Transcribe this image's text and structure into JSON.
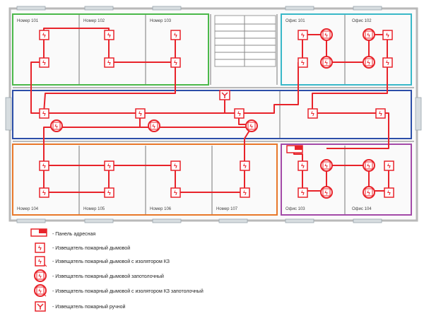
{
  "colors": {
    "wall": "#b9b9b9",
    "wall_fill": "#f2f2f2",
    "wiring": "#e8232a",
    "zone_green": "#4bb84a",
    "zone_blue": "#2c4ea8",
    "zone_orange": "#e8782a",
    "zone_cyan": "#39b8c8",
    "zone_purple": "#a34aa8",
    "window": "#9aa6ad",
    "text": "#444444"
  },
  "rooms": {
    "top": [
      "Номер 101",
      "Номер 102",
      "Номер 103",
      "Офис 101",
      "Офис 102"
    ],
    "bottom": [
      "Номер 104",
      "Номер 105",
      "Номер 106",
      "Номер 107",
      "Офис 103",
      "Офис 104"
    ]
  },
  "legend": [
    {
      "icon": "panel-icon",
      "label": "- Панель адресная"
    },
    {
      "icon": "smoke-detector-icon",
      "label": "- Извещатель пожарный дымовой"
    },
    {
      "icon": "smoke-detector-isolator-icon",
      "label": "- Извещатель пожарный дымовой с изолятором КЗ"
    },
    {
      "icon": "ceiling-smoke-detector-icon",
      "label": "- Извещатель пожарный дымовой запотолочный"
    },
    {
      "icon": "ceiling-smoke-detector-isolator-icon",
      "label": "- Извещатель пожарный дымовой с изолятором КЗ запотолочный"
    },
    {
      "icon": "manual-call-point-icon",
      "label": "- Извещатель пожарный ручной"
    }
  ]
}
